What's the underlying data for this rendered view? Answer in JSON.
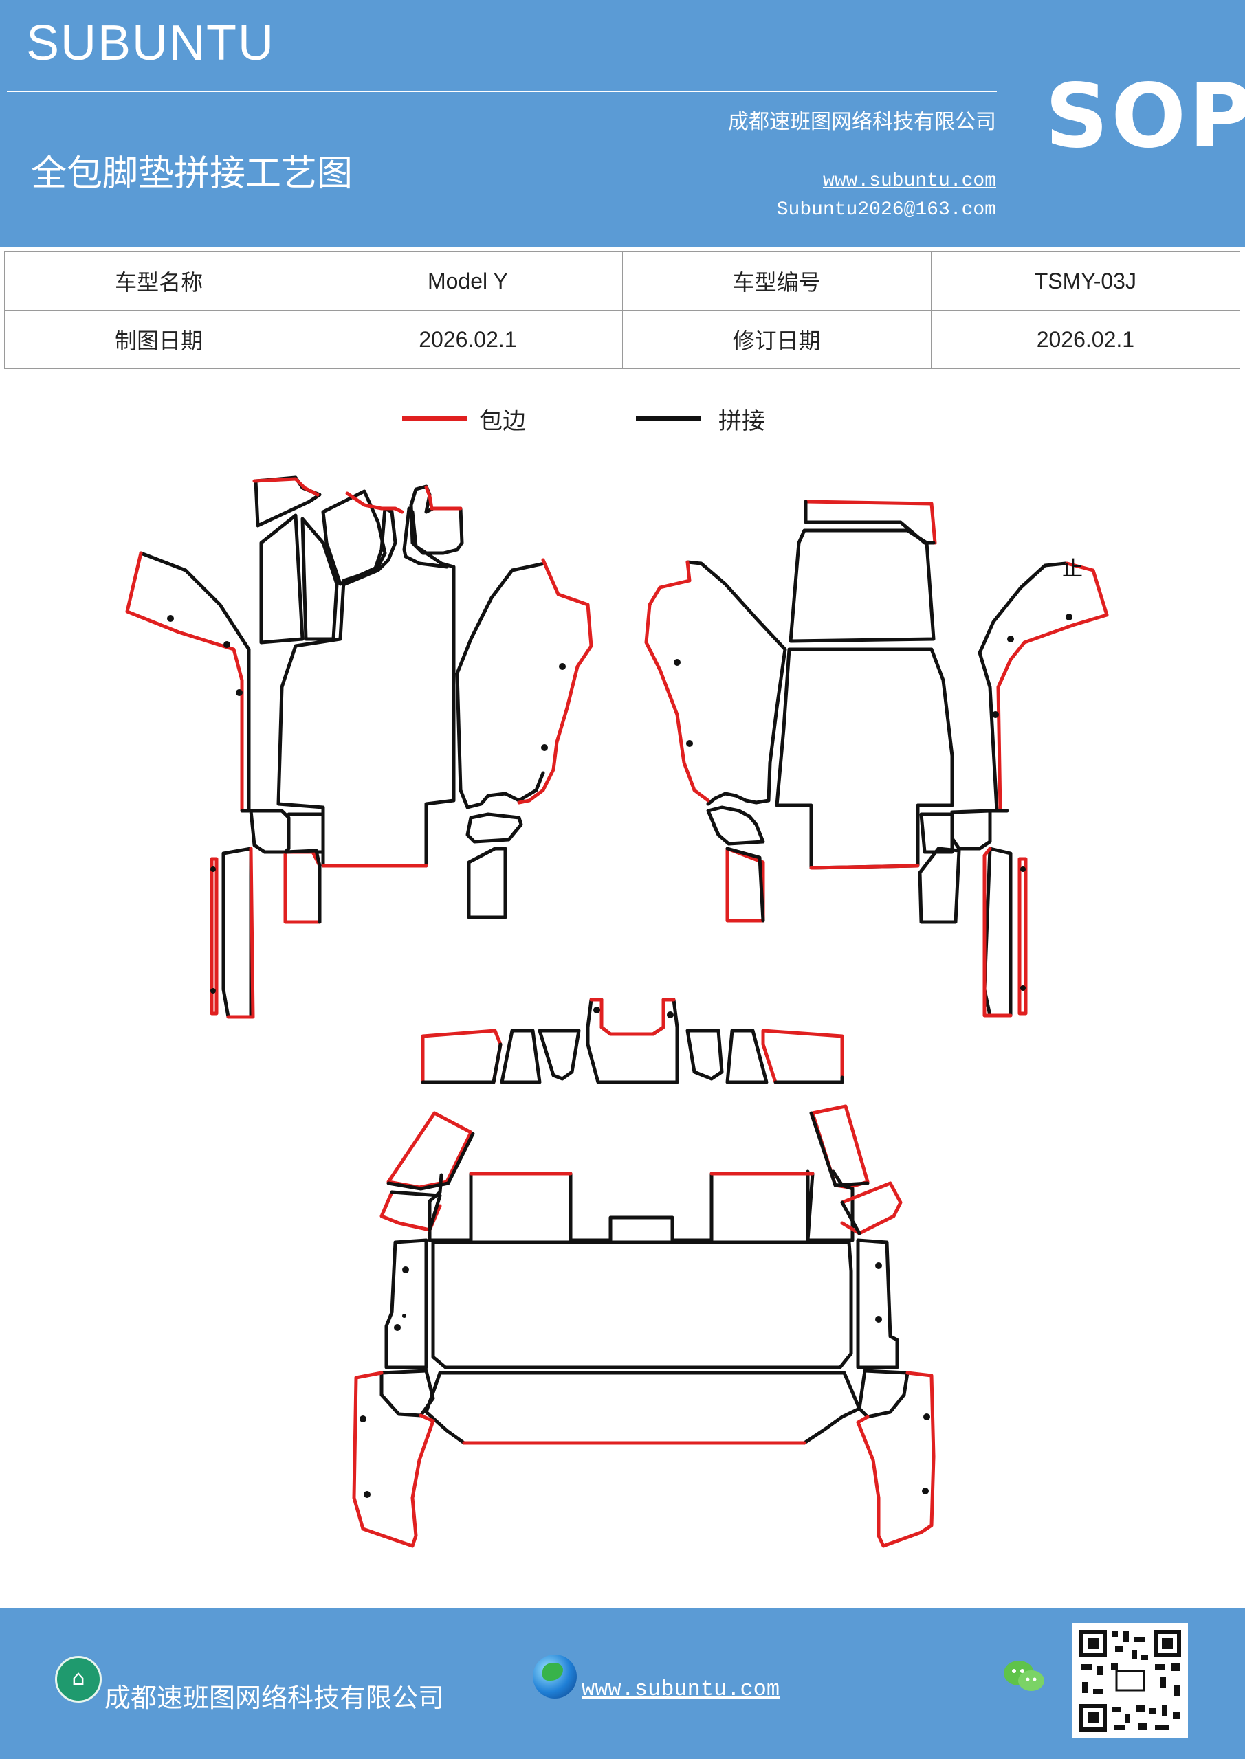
{
  "header": {
    "brand": "SUBUNTU",
    "company": "成都速班图网络科技有限公司",
    "badge": "SOP",
    "title": "全包脚垫拼接工艺图",
    "website": "www.subuntu.com",
    "email": "Subuntu2026@163.com"
  },
  "info_table": {
    "rows": [
      [
        {
          "label": "车型名称",
          "value": "Model  Y"
        },
        {
          "label": "车型编号",
          "value": "TSMY-03J"
        }
      ],
      [
        {
          "label": "制图日期",
          "value": "2026.02.1"
        },
        {
          "label": "修订日期",
          "value": "2026.02.1"
        }
      ]
    ]
  },
  "legend": {
    "items": [
      {
        "label": "包边",
        "color": "#e02020"
      },
      {
        "label": "拼接",
        "color": "#111111"
      }
    ]
  },
  "diagram": {
    "edge_color": "#e02020",
    "seam_color": "#111111",
    "annotation_mark": "止"
  },
  "footer": {
    "company": "成都速班图网络科技有限公司",
    "website": "www.subuntu.com",
    "icons": [
      "building-icon",
      "globe-icon",
      "wechat-icon",
      "qr-code"
    ]
  }
}
